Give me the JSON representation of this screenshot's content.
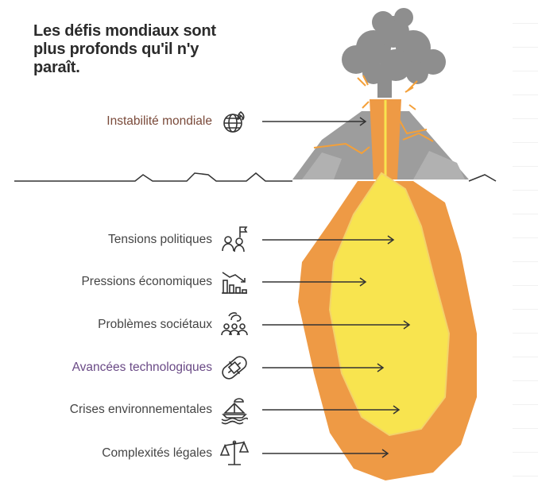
{
  "title": "Les défis mondiaux sont plus profonds qu'il n'y paraît.",
  "colors": {
    "magma_outer": "#EE9A45",
    "magma_inner": "#F8E44F",
    "rock": "#9D9D9D",
    "smoke": "#8E8E8E",
    "lava_stream": "#F4A039",
    "line": "#333333",
    "label_dark": "#454545",
    "label_accent_brown": "#7a4a3a",
    "label_accent_purple": "#6a4a86"
  },
  "items": [
    {
      "label": "Instabilité mondiale",
      "icon": "globe-fire-icon",
      "color": "#7a4a3a"
    },
    {
      "label": "Tensions politiques",
      "icon": "people-flag-icon",
      "color": "#454545"
    },
    {
      "label": "Pressions économiques",
      "icon": "declining-chart-icon",
      "color": "#454545"
    },
    {
      "label": "Problèmes sociétaux",
      "icon": "community-icon",
      "color": "#454545"
    },
    {
      "label": "Avancées technologiques",
      "icon": "chip-pill-icon",
      "color": "#6a4a86"
    },
    {
      "label": "Crises environnementales",
      "icon": "boat-waves-icon",
      "color": "#454545"
    },
    {
      "label": "Complexités légales",
      "icon": "scales-icon",
      "color": "#454545"
    }
  ]
}
